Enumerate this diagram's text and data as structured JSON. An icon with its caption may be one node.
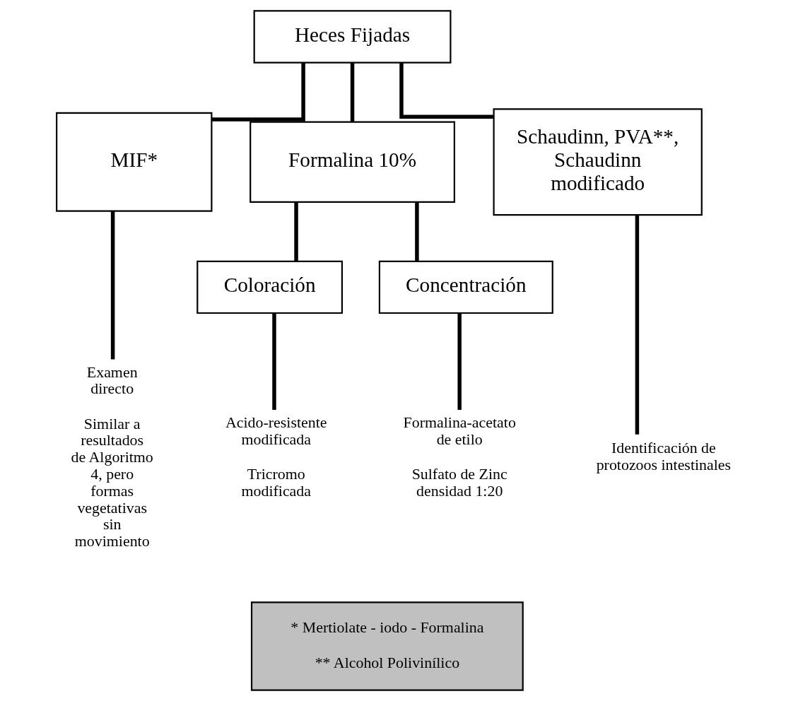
{
  "diagram": {
    "nodes": [
      {
        "text": [
          "Heces Fijadas"
        ]
      },
      {
        "text": [
          "MIF*"
        ]
      },
      {
        "text": [
          "Formalina 10%"
        ]
      },
      {
        "text": [
          "Schaudinn, PVA**, Schaudinn modificado"
        ]
      },
      {
        "text": [
          "Coloración"
        ]
      },
      {
        "text": [
          "Concentración"
        ]
      },
      {
        "text": [
          "Examen directo",
          "Similar a resultados de Algoritmo 4, pero formas vegetativas sin movimiento"
        ]
      },
      {
        "text": [
          "Acido-resistente modificada",
          "Tricromo modificada"
        ]
      },
      {
        "text": [
          "Formalina-acetato de etilo",
          "Sulfato de Zinc densidad 1:20"
        ]
      },
      {
        "text": [
          "Identificación de protozoos intestinales"
        ]
      },
      {
        "text": [
          "* Mertiolate - iodo - Formalina",
          "** Alcohol Polivinílico"
        ]
      }
    ],
    "edges": [
      {
        "from": 0,
        "to": 1,
        "arrow": "none"
      },
      {
        "from": 0,
        "to": 2,
        "arrow": "none"
      },
      {
        "from": 0,
        "to": 3,
        "arrow": "none"
      },
      {
        "from": 2,
        "to": 4,
        "arrow": "none"
      },
      {
        "from": 2,
        "to": 5,
        "arrow": "none"
      },
      {
        "from": 1,
        "to": 6,
        "arrow": "none"
      },
      {
        "from": 4,
        "to": 7,
        "arrow": "none"
      },
      {
        "from": 5,
        "to": 8,
        "arrow": "none"
      },
      {
        "from": 3,
        "to": 9,
        "arrow": "none"
      }
    ]
  }
}
